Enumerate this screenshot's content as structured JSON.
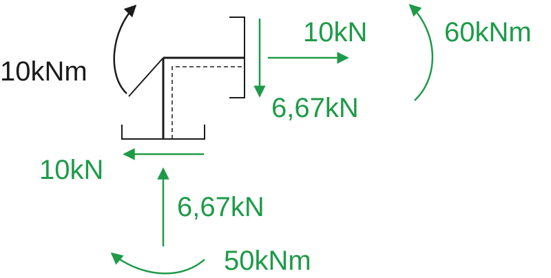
{
  "colors": {
    "black": "#1a1a1a",
    "green": "#1e9a48"
  },
  "labels": {
    "applied_moment": "10kNm",
    "right_horizontal_force": "10kN",
    "right_vertical_force": "6,67kN",
    "right_moment": "60kNm",
    "bottom_horizontal_force": "10kN",
    "bottom_vertical_force": "6,67kN",
    "bottom_moment": "50kNm"
  }
}
